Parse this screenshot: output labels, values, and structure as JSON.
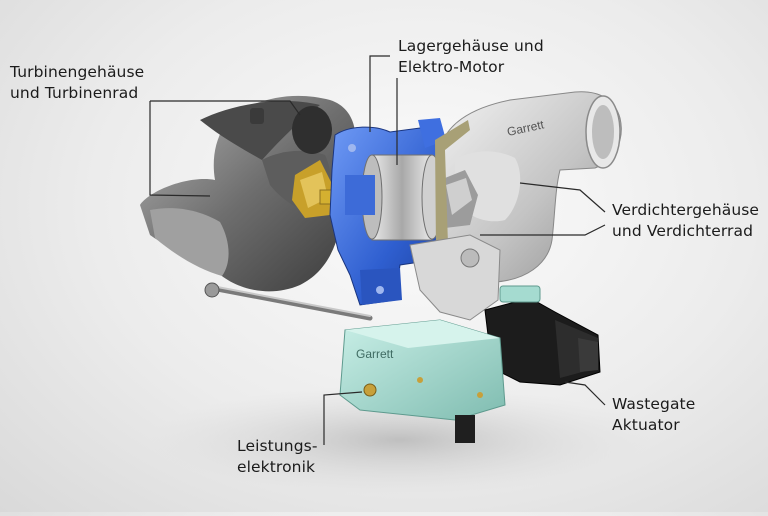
{
  "labels": {
    "turbine": [
      "Turbinengehäuse",
      "und Turbinenrad"
    ],
    "bearing": [
      "Lagergehäuse und",
      "Elektro-Motor"
    ],
    "compressor": [
      "Verdichtergehäuse",
      "und Verdichterrad"
    ],
    "wastegate": [
      "Wastegate",
      "Aktuator"
    ],
    "electronics": [
      "Leistungs-",
      "elektronik"
    ]
  },
  "branding": {
    "compressor_logo": "Garrett",
    "electronics_logo": "Garrett"
  },
  "colors": {
    "bearing_housing": "#2f5fd0",
    "compressor": "#c9c9c9",
    "turbine": "#8a8a8a",
    "electronics": "#9fd3c8",
    "actuator": "#1c1c1c",
    "shaft": "#d4b030"
  }
}
